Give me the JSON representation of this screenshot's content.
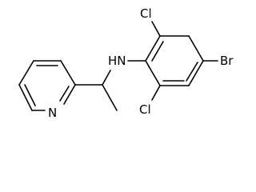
{
  "molecule": {
    "atoms": {
      "cl_top": "Cl",
      "cl_bottom": "Cl",
      "br": "Br",
      "nh": "HN",
      "n_pyridine": "N"
    },
    "colors": {
      "bond": "#000000",
      "label": "#000000",
      "background": "#ffffff"
    }
  }
}
